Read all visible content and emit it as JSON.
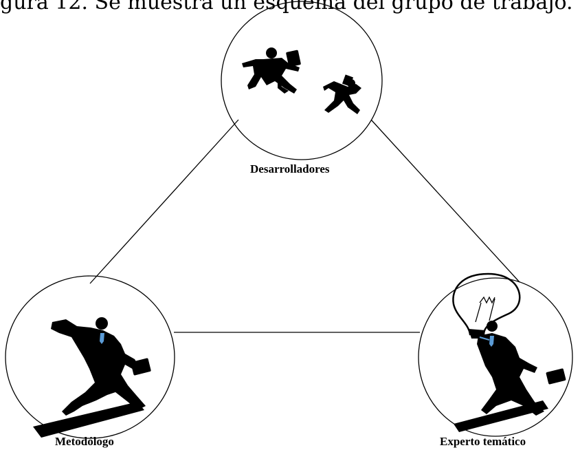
{
  "caption": "gura 12. Se muestra un esquema del grupo de trabajo.",
  "nodes": {
    "developers": {
      "label": "Desarrolladores"
    },
    "methodologist": {
      "label": "Metodólogo"
    },
    "expert": {
      "label": "Experto temático"
    }
  },
  "colors": {
    "silhouette": "#000000",
    "shirt": "#5b9bd5",
    "line": "#000000"
  },
  "icons": {
    "developers": "running-businessmen-icon",
    "methodologist": "climbing-businessman-icon",
    "expert": "lightbulb-idea-businessman-icon"
  }
}
